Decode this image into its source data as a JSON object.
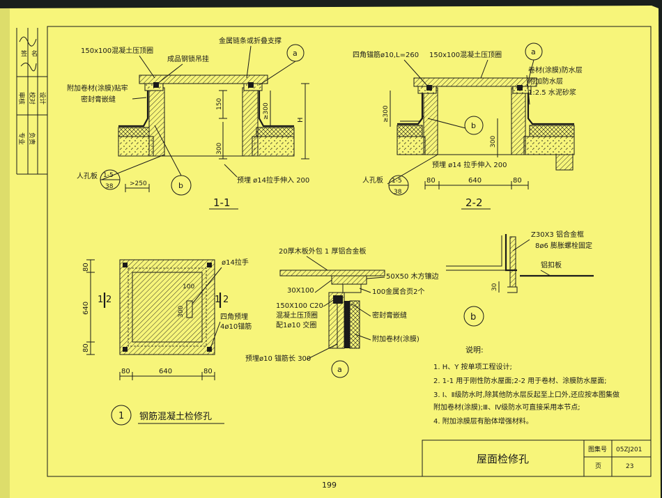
{
  "sheet": {
    "title": "屋面检修孔",
    "atlas_label": "图集号",
    "atlas_no": "05ZJ201",
    "page_label": "页",
    "page_no": "23",
    "book_page": "199"
  },
  "side_notes": [
    "签",
    "名",
    "审核",
    "校对",
    "设计",
    "专业",
    "负责"
  ],
  "detail_1_1": {
    "section_label": "1-1",
    "lbl_top_slab": "150x100混凝土压顶圈",
    "lbl_hinge": "金属链条或折叠支撑",
    "lbl_lock": "成品钢锁吊挂",
    "lbl_extra_membrane_a": "附加卷材(涂膜)贴牢",
    "lbl_extra_membrane_b": "密封膏嵌缝",
    "lbl_hole_a": "人孔板",
    "lbl_embed": "预埋 ø14拉手伸入 200",
    "dim_150": "150",
    "dim_300": "300",
    "dim_ge300": "≥300",
    "dim_h": "H",
    "dim_250": ">250",
    "ref_a": "a",
    "ref_b": "b",
    "ref_num": "1-5",
    "ref_den": "38"
  },
  "detail_2_2": {
    "section_label": "2-2",
    "lbl_anchor": "四角锚筋ø10,L=260",
    "lbl_top_slab": "150x100混凝土压顶圈",
    "lbl_membrane": "卷材(涂膜)防水层",
    "lbl_extra": "附加防水层",
    "lbl_mortar": "1:2.5 水泥砂浆",
    "lbl_embed": "预埋 ø14 拉手伸入 200",
    "lbl_hole": "人孔板",
    "dim_ge300": "≥300",
    "dim_300": "300",
    "dim_80a": "80",
    "dim_640": "640",
    "dim_80b": "80",
    "ref_a": "a",
    "ref_b": "b",
    "ref_num": "1-5",
    "ref_den": "38"
  },
  "plan": {
    "lbl_handle": "ø14拉手",
    "lbl_anchor_a": "四角预埋",
    "lbl_anchor_b": "4ø10锚筋",
    "dim_80t": "80",
    "dim_640v": "640",
    "dim_80b": "80",
    "dim_80l": "80",
    "dim_640h": "640",
    "dim_80r": "80",
    "dim_100": "100",
    "dim_300": "300",
    "cut_1": "1",
    "cut_2": "2",
    "cut_1r": "1",
    "cut_2r": "2",
    "circle_no": "1",
    "caption": "钢筋混凝土检修孔"
  },
  "detail_a": {
    "lbl_cover": "20厚木板外包 1 厚铝合金板",
    "lbl_batten": "50X50 木方镶边",
    "lbl_30x100": "30X100",
    "lbl_hinge": "100金属合页2个",
    "lbl_c20_a": "150X100 C20",
    "lbl_c20_b": "混凝土压顶圈",
    "lbl_c20_c": "配1ø10 交圈",
    "lbl_sealant": "密封膏嵌缝",
    "lbl_extra": "附加卷材(涂膜)",
    "lbl_embed": "预埋ø10 锚筋长 300",
    "circle": "a"
  },
  "detail_b": {
    "lbl_frame": "Z30X3 铝合金框",
    "lbl_bolt": "8ø6 膨胀螺栓固定",
    "lbl_strip": "铝扣板",
    "dim_30": "30",
    "circle": "b"
  },
  "notes": {
    "heading": "说明:",
    "items": [
      "1.  H、Y 按单项工程设计;",
      "2.  1-1 用于刚性防水屋面;2-2 用于卷材、涂膜防水屋面;",
      "3.  Ⅰ、Ⅱ级防水时,除其他防水层反起至上口外,还应按本图集做",
      "     附加卷材(涂膜);Ⅲ、Ⅳ级防水可直接采用本节点;",
      "4.  附加涂膜层有胎体增强材料。"
    ]
  },
  "colors": {
    "paper": "#f7f57a",
    "ink": "#1a1a1a",
    "background": "#1a1f1c"
  }
}
